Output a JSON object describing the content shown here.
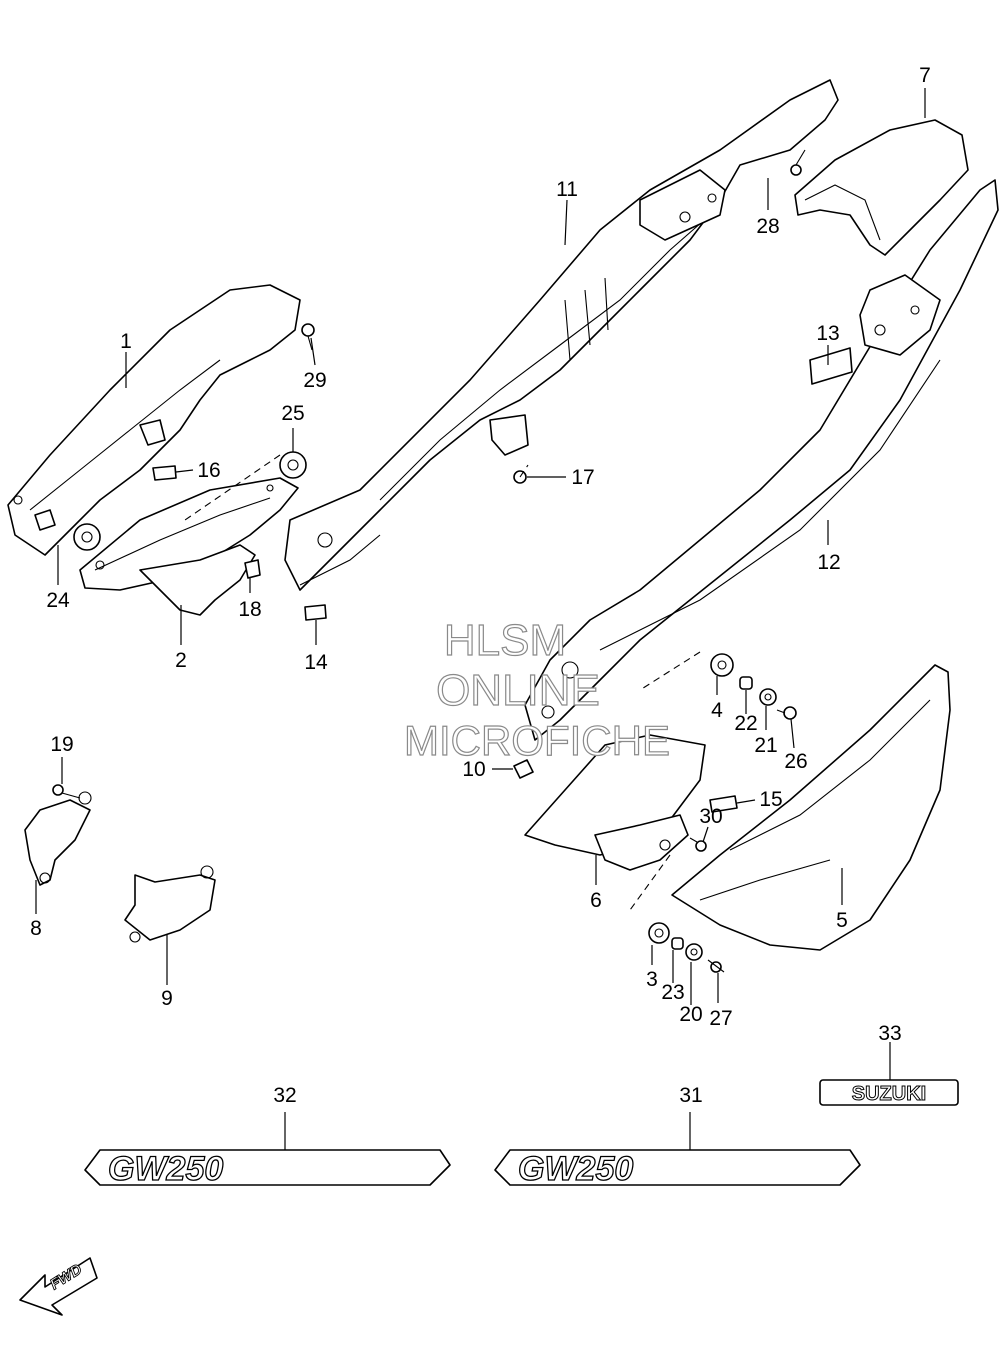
{
  "callouts": {
    "c1": "1",
    "c2": "2",
    "c3": "3",
    "c4": "4",
    "c5": "5",
    "c6": "6",
    "c7": "7",
    "c8": "8",
    "c9": "9",
    "c10": "10",
    "c11": "11",
    "c12": "12",
    "c13": "13",
    "c14": "14",
    "c15": "15",
    "c16": "16",
    "c17": "17",
    "c18": "18",
    "c19": "19",
    "c20": "20",
    "c21": "21",
    "c22": "22",
    "c23": "23",
    "c24": "24",
    "c25": "25",
    "c26": "26",
    "c27": "27",
    "c28": "28",
    "c29": "29",
    "c30": "30",
    "c31": "31",
    "c32": "32",
    "c33": "33"
  },
  "watermark": {
    "line1": "HLSM",
    "line2": "ONLINE",
    "line3": "MICROFICHE"
  },
  "emblems": {
    "gw_left": "GW250",
    "gw_right": "GW250",
    "suzuki": "SUZUKI",
    "fwd": "FWD"
  },
  "colors": {
    "line": "#000000",
    "background": "#ffffff",
    "watermark": "#8a8a8a"
  }
}
